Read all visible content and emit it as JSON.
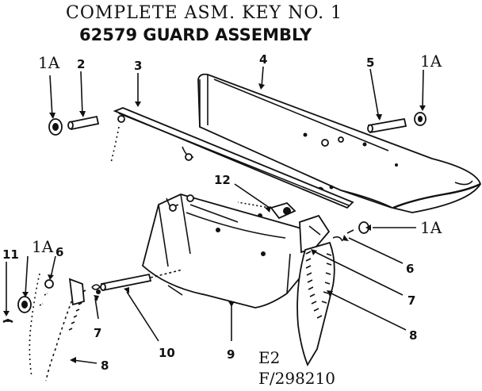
{
  "header": {
    "title": "COMPLETE ASM. KEY NO. 1",
    "subtitle": "62579 GUARD ASSEMBLY"
  },
  "callouts": {
    "c1a_left": "1A",
    "c2": "2",
    "c3": "3",
    "c4": "4",
    "c5": "5",
    "c1a_right": "1A",
    "c12": "12",
    "c1a_mid": "1A",
    "c6_right": "6",
    "c7_right": "7",
    "c8_right": "8",
    "c11": "11",
    "c1a_low": "1A",
    "c6_left": "6",
    "c7_left": "7",
    "c10": "10",
    "c9": "9",
    "c8_left": "8"
  },
  "footer": {
    "code_e2": "E2",
    "part_number": "F/298210"
  }
}
